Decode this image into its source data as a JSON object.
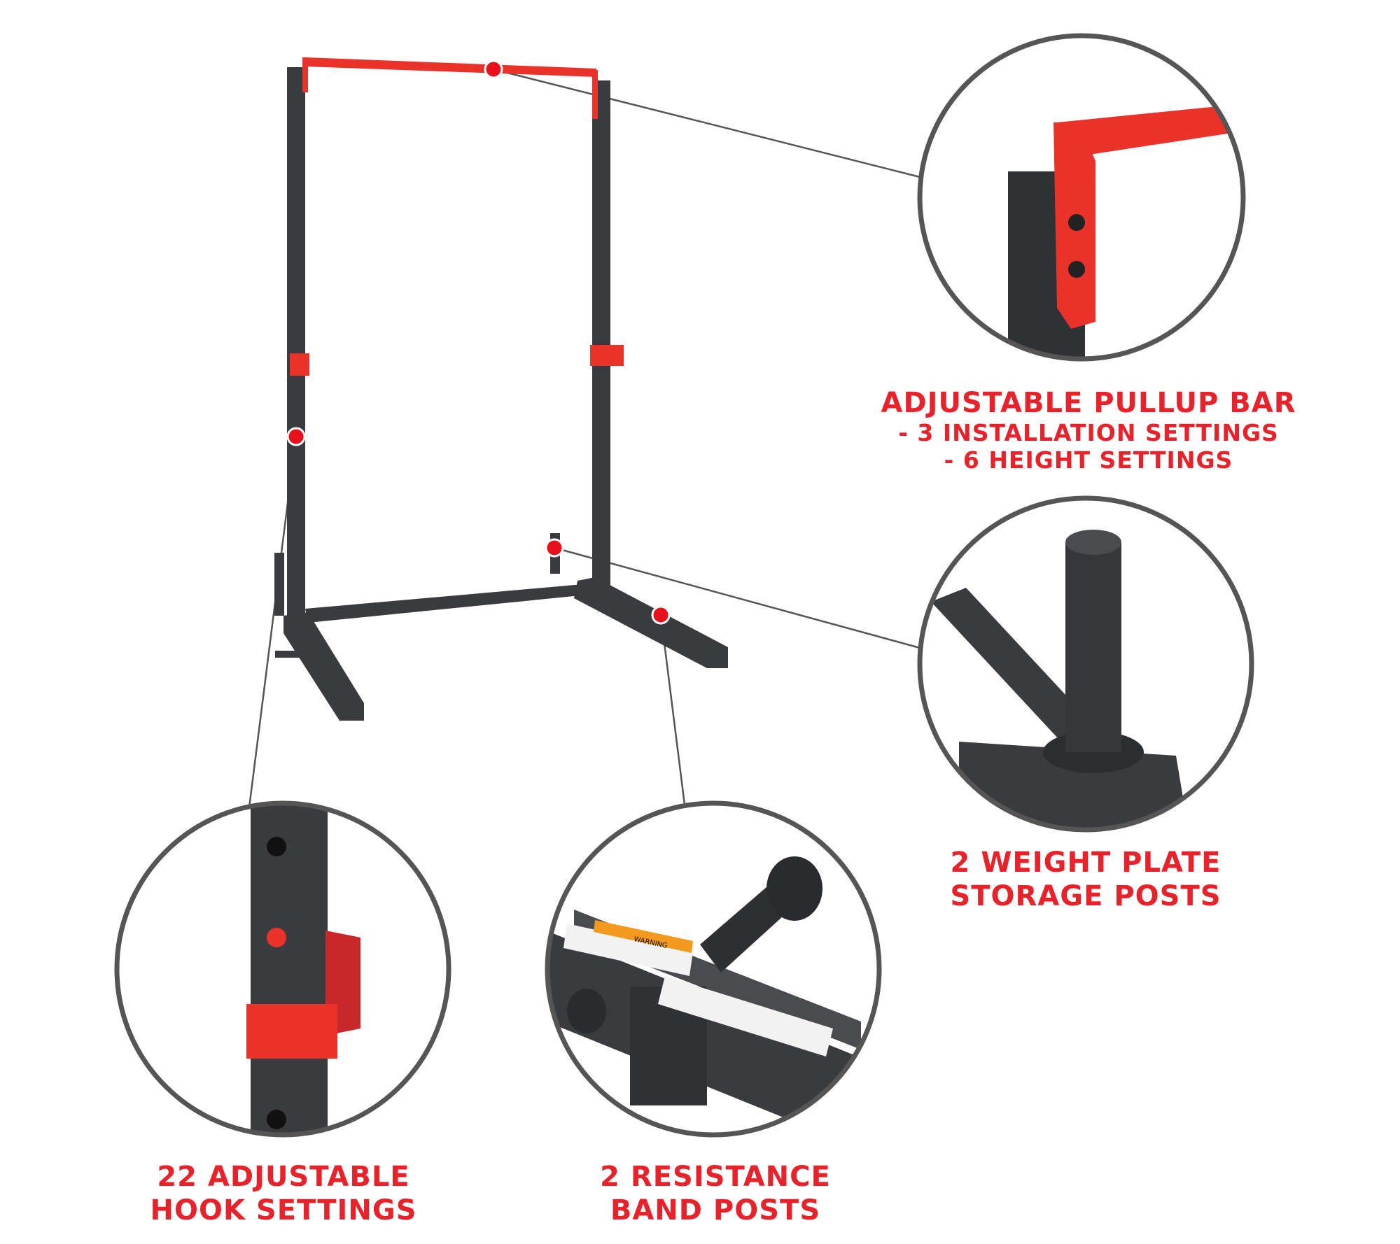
{
  "colors": {
    "accent": "#e8222a",
    "frame": "#3a3b3e",
    "circle_outline": "#555555",
    "connector": "#555555"
  },
  "callouts": {
    "pullup_bar": {
      "title": "ADJUSTABLE PULLUP BAR",
      "line2": "- 3 INSTALLATION SETTINGS",
      "line3": "- 6 HEIGHT SETTINGS"
    },
    "weight_plate": {
      "line1": "2 WEIGHT PLATE",
      "line2": "STORAGE POSTS"
    },
    "hook": {
      "line1": "22 ADJUSTABLE",
      "line2": "HOOK SETTINGS"
    },
    "band": {
      "line1": "2 RESISTANCE",
      "line2": "BAND POSTS"
    }
  },
  "sticker": {
    "warning": "WARNING"
  }
}
